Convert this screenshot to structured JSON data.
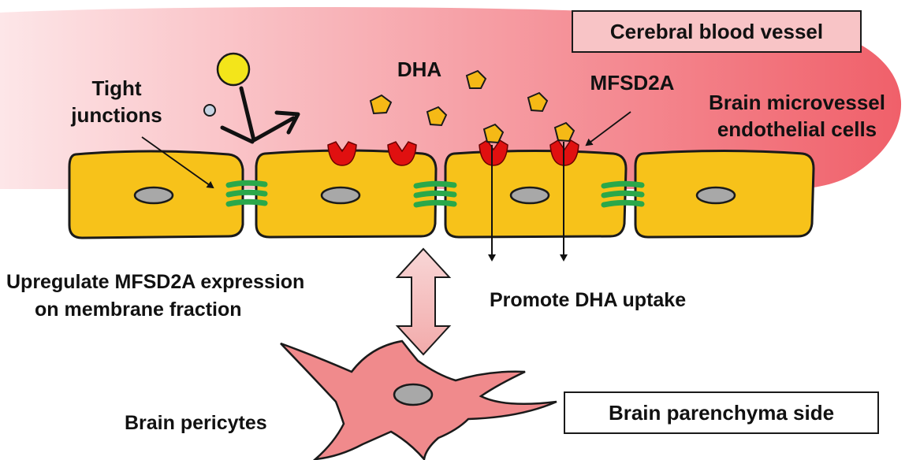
{
  "labels": {
    "vessel": "Cerebral blood vessel",
    "parenchyma": "Brain parenchyma side",
    "endothelial_line1": "Brain microvessel",
    "endothelial_line2": "endothelial cells",
    "tight_line1": "Tight",
    "tight_line2": "junctions",
    "dha": "DHA",
    "mfsd2a": "MFSD2A",
    "upregulate_line1": "Upregulate MFSD2A expression",
    "upregulate_line2": "on membrane fraction",
    "promote": "Promote DHA uptake",
    "pericytes": "Brain pericytes"
  },
  "colors": {
    "vessel_gradient_start": "#fde6e8",
    "vessel_gradient_end": "#f0606a",
    "cell_fill": "#f7c21a",
    "nucleus_fill": "#a8a8a8",
    "tight_junction": "#2aa84a",
    "transporter": "#e01010",
    "dha_molecule": "#f5b916",
    "yellow_ball": "#f3e51a",
    "small_ball": "#c6d3e2",
    "pericyte_fill": "#f08a8c",
    "double_arrow_fill": "#f6c6c6",
    "outline": "#1a1a1a"
  }
}
